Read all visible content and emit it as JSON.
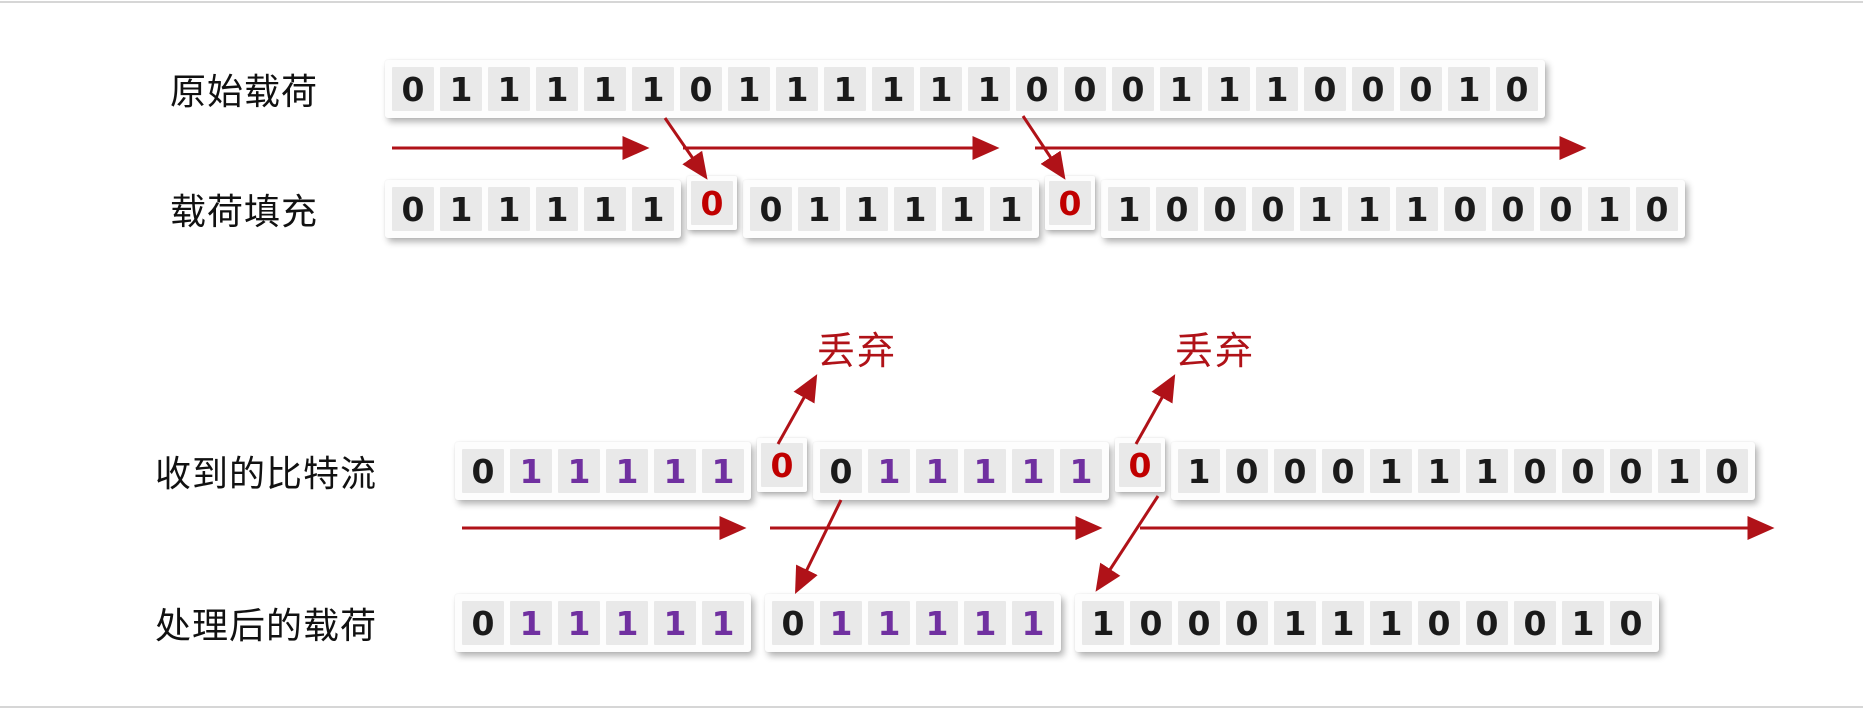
{
  "title": "bit-stuffing-diagram",
  "colors": {
    "bit_black": "#1a1a1a",
    "bit_purple": "#7030a0",
    "bit_red": "#c00000",
    "arrow_red": "#b01218",
    "cell_bg": "#e9e9e9"
  },
  "discard_labels": [
    {
      "text": "丢弃"
    },
    {
      "text": "丢弃"
    }
  ],
  "rows": [
    {
      "id": "original-payload",
      "label": "原始载荷",
      "segments": [
        {
          "type": "box",
          "bits": [
            {
              "v": "0",
              "c": "black"
            },
            {
              "v": "1",
              "c": "black"
            },
            {
              "v": "1",
              "c": "black"
            },
            {
              "v": "1",
              "c": "black"
            },
            {
              "v": "1",
              "c": "black"
            },
            {
              "v": "1",
              "c": "black"
            },
            {
              "v": "0",
              "c": "black"
            },
            {
              "v": "1",
              "c": "black"
            },
            {
              "v": "1",
              "c": "black"
            },
            {
              "v": "1",
              "c": "black"
            },
            {
              "v": "1",
              "c": "black"
            },
            {
              "v": "1",
              "c": "black"
            },
            {
              "v": "1",
              "c": "black"
            },
            {
              "v": "0",
              "c": "black"
            },
            {
              "v": "0",
              "c": "black"
            },
            {
              "v": "0",
              "c": "black"
            },
            {
              "v": "1",
              "c": "black"
            },
            {
              "v": "1",
              "c": "black"
            },
            {
              "v": "1",
              "c": "black"
            },
            {
              "v": "0",
              "c": "black"
            },
            {
              "v": "0",
              "c": "black"
            },
            {
              "v": "0",
              "c": "black"
            },
            {
              "v": "1",
              "c": "black"
            },
            {
              "v": "0",
              "c": "black"
            }
          ]
        }
      ]
    },
    {
      "id": "stuffed-payload",
      "label": "载荷填充",
      "segments": [
        {
          "type": "box",
          "bits": [
            {
              "v": "0",
              "c": "black"
            },
            {
              "v": "1",
              "c": "black"
            },
            {
              "v": "1",
              "c": "black"
            },
            {
              "v": "1",
              "c": "black"
            },
            {
              "v": "1",
              "c": "black"
            },
            {
              "v": "1",
              "c": "black"
            }
          ]
        },
        {
          "type": "stuffed",
          "bits": [
            {
              "v": "0",
              "c": "red"
            }
          ]
        },
        {
          "type": "box",
          "bits": [
            {
              "v": "0",
              "c": "black"
            },
            {
              "v": "1",
              "c": "black"
            },
            {
              "v": "1",
              "c": "black"
            },
            {
              "v": "1",
              "c": "black"
            },
            {
              "v": "1",
              "c": "black"
            },
            {
              "v": "1",
              "c": "black"
            }
          ]
        },
        {
          "type": "stuffed",
          "bits": [
            {
              "v": "0",
              "c": "red"
            }
          ]
        },
        {
          "type": "box",
          "bits": [
            {
              "v": "1",
              "c": "black"
            },
            {
              "v": "0",
              "c": "black"
            },
            {
              "v": "0",
              "c": "black"
            },
            {
              "v": "0",
              "c": "black"
            },
            {
              "v": "1",
              "c": "black"
            },
            {
              "v": "1",
              "c": "black"
            },
            {
              "v": "1",
              "c": "black"
            },
            {
              "v": "0",
              "c": "black"
            },
            {
              "v": "0",
              "c": "black"
            },
            {
              "v": "0",
              "c": "black"
            },
            {
              "v": "1",
              "c": "black"
            },
            {
              "v": "0",
              "c": "black"
            }
          ]
        }
      ]
    },
    {
      "id": "received-bitstream",
      "label": "收到的比特流",
      "segments": [
        {
          "type": "box",
          "bits": [
            {
              "v": "0",
              "c": "black"
            },
            {
              "v": "1",
              "c": "purple"
            },
            {
              "v": "1",
              "c": "purple"
            },
            {
              "v": "1",
              "c": "purple"
            },
            {
              "v": "1",
              "c": "purple"
            },
            {
              "v": "1",
              "c": "purple"
            }
          ]
        },
        {
          "type": "stuffed",
          "bits": [
            {
              "v": "0",
              "c": "red"
            }
          ]
        },
        {
          "type": "box",
          "bits": [
            {
              "v": "0",
              "c": "black"
            },
            {
              "v": "1",
              "c": "purple"
            },
            {
              "v": "1",
              "c": "purple"
            },
            {
              "v": "1",
              "c": "purple"
            },
            {
              "v": "1",
              "c": "purple"
            },
            {
              "v": "1",
              "c": "purple"
            }
          ]
        },
        {
          "type": "stuffed",
          "bits": [
            {
              "v": "0",
              "c": "red"
            }
          ]
        },
        {
          "type": "box",
          "bits": [
            {
              "v": "1",
              "c": "black"
            },
            {
              "v": "0",
              "c": "black"
            },
            {
              "v": "0",
              "c": "black"
            },
            {
              "v": "0",
              "c": "black"
            },
            {
              "v": "1",
              "c": "black"
            },
            {
              "v": "1",
              "c": "black"
            },
            {
              "v": "1",
              "c": "black"
            },
            {
              "v": "0",
              "c": "black"
            },
            {
              "v": "0",
              "c": "black"
            },
            {
              "v": "0",
              "c": "black"
            },
            {
              "v": "1",
              "c": "black"
            },
            {
              "v": "0",
              "c": "black"
            }
          ]
        }
      ]
    },
    {
      "id": "processed-payload",
      "label": "处理后的载荷",
      "segments": [
        {
          "type": "box",
          "bits": [
            {
              "v": "0",
              "c": "black"
            },
            {
              "v": "1",
              "c": "purple"
            },
            {
              "v": "1",
              "c": "purple"
            },
            {
              "v": "1",
              "c": "purple"
            },
            {
              "v": "1",
              "c": "purple"
            },
            {
              "v": "1",
              "c": "purple"
            }
          ]
        },
        {
          "type": "box",
          "bits": [
            {
              "v": "0",
              "c": "black"
            },
            {
              "v": "1",
              "c": "purple"
            },
            {
              "v": "1",
              "c": "purple"
            },
            {
              "v": "1",
              "c": "purple"
            },
            {
              "v": "1",
              "c": "purple"
            },
            {
              "v": "1",
              "c": "purple"
            }
          ]
        },
        {
          "type": "box",
          "bits": [
            {
              "v": "1",
              "c": "black"
            },
            {
              "v": "0",
              "c": "black"
            },
            {
              "v": "0",
              "c": "black"
            },
            {
              "v": "0",
              "c": "black"
            },
            {
              "v": "1",
              "c": "black"
            },
            {
              "v": "1",
              "c": "black"
            },
            {
              "v": "1",
              "c": "black"
            },
            {
              "v": "0",
              "c": "black"
            },
            {
              "v": "0",
              "c": "black"
            },
            {
              "v": "0",
              "c": "black"
            },
            {
              "v": "1",
              "c": "black"
            },
            {
              "v": "0",
              "c": "black"
            }
          ]
        }
      ]
    }
  ]
}
